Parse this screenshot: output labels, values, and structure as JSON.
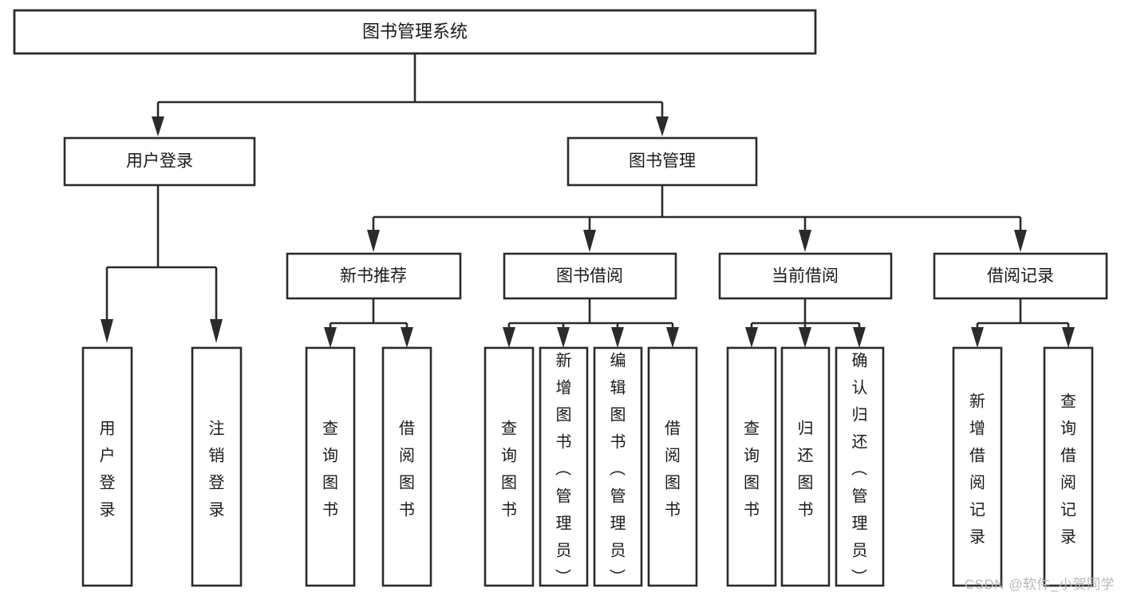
{
  "diagram": {
    "type": "tree",
    "title": "图书管理系统",
    "watermark": "CSDN @软件_小贺同学",
    "colors": {
      "stroke": "#2b2b2b",
      "fill": "#ffffff",
      "text": "#1a1a1a",
      "watermark": "#b9b9b9"
    },
    "root": {
      "label": "图书管理系统"
    },
    "level2": [
      {
        "label": "用户登录"
      },
      {
        "label": "图书管理"
      }
    ],
    "level3": [
      {
        "label": "新书推荐"
      },
      {
        "label": "图书借阅"
      },
      {
        "label": "当前借阅"
      },
      {
        "label": "借阅记录"
      }
    ],
    "leaves": {
      "user_login": [
        {
          "label": "用户登录"
        },
        {
          "label": "注销登录"
        }
      ],
      "new_book_recommend": [
        {
          "label": "查询图书"
        },
        {
          "label": "借阅图书"
        }
      ],
      "book_borrow": [
        {
          "label": "查询图书"
        },
        {
          "label": "新增图书（管理员）"
        },
        {
          "label": "编辑图书（管理员）"
        },
        {
          "label": "借阅图书"
        }
      ],
      "current_borrow": [
        {
          "label": "查询图书"
        },
        {
          "label": "归还图书"
        },
        {
          "label": "确认归还（管理员）"
        }
      ],
      "borrow_record": [
        {
          "label": "新增借阅记录"
        },
        {
          "label": "查询借阅记录"
        }
      ]
    }
  }
}
